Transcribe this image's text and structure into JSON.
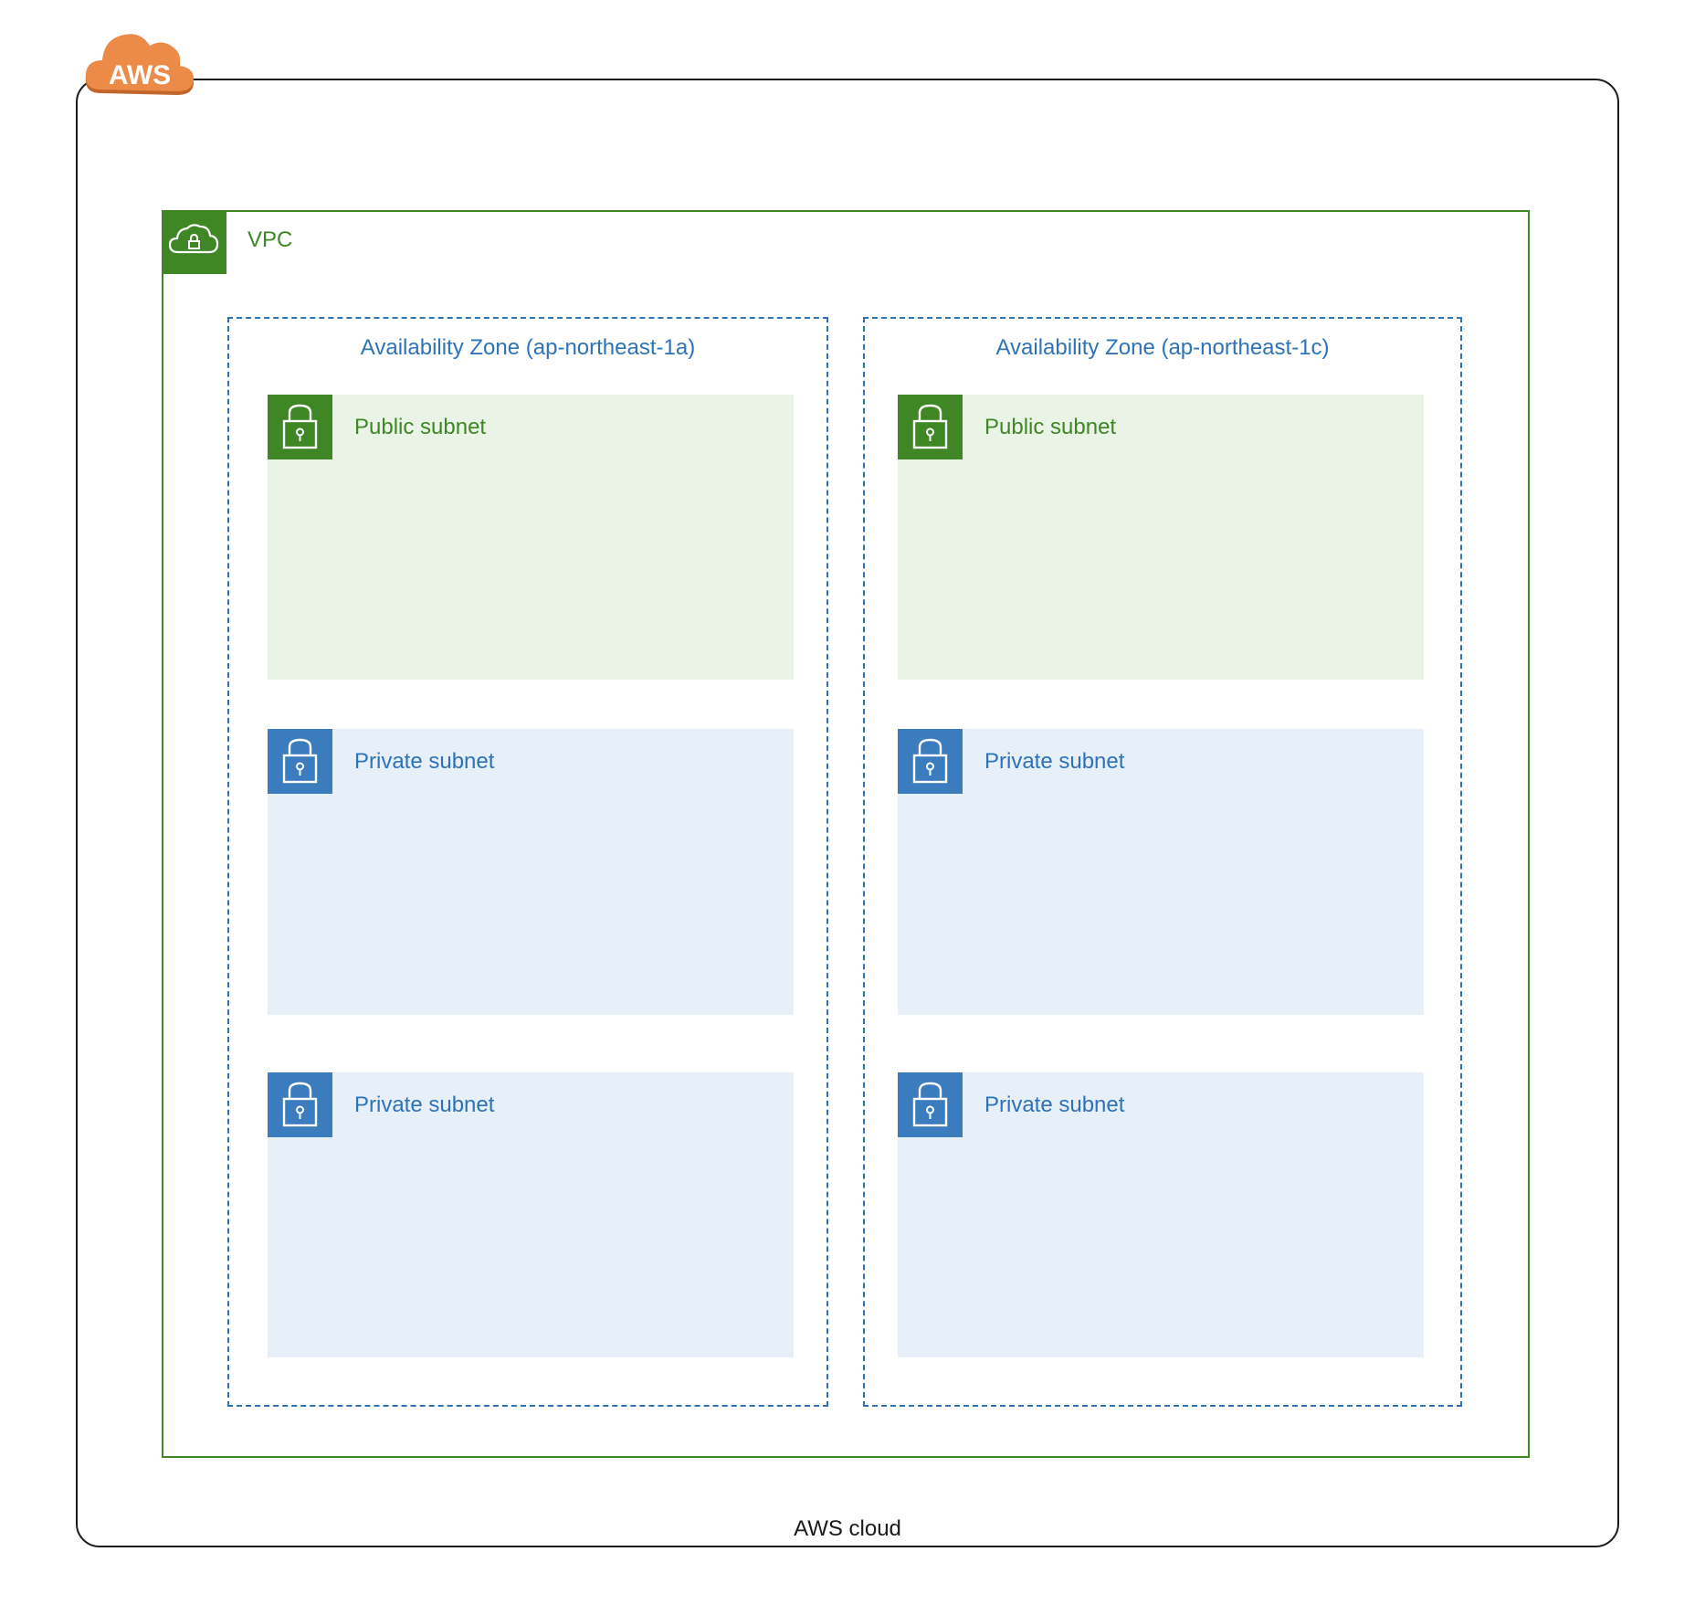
{
  "aws_cloud": {
    "logo_text": "AWS",
    "label": "AWS cloud",
    "frame_color": "#1a1a1a",
    "logo_color": "#ec8b47"
  },
  "vpc": {
    "label": "VPC",
    "color": "#3f8624",
    "icon": "vpc-cloud-lock-icon"
  },
  "availability_zones": [
    {
      "title": "Availability Zone (ap-northeast-1a)",
      "subnets": [
        {
          "label": "Public subnet",
          "type": "public"
        },
        {
          "label": "Private subnet",
          "type": "private"
        },
        {
          "label": "Private subnet",
          "type": "private"
        }
      ]
    },
    {
      "title": "Availability Zone (ap-northeast-1c)",
      "subnets": [
        {
          "label": "Public subnet",
          "type": "public"
        },
        {
          "label": "Private subnet",
          "type": "private"
        },
        {
          "label": "Private subnet",
          "type": "private"
        }
      ]
    }
  ],
  "colors": {
    "public": "#3f8624",
    "private": "#2e73b8",
    "public_fill": "#e9f3e6",
    "private_fill": "#e7eff8"
  },
  "icons": {
    "subnet": "padlock-icon"
  }
}
